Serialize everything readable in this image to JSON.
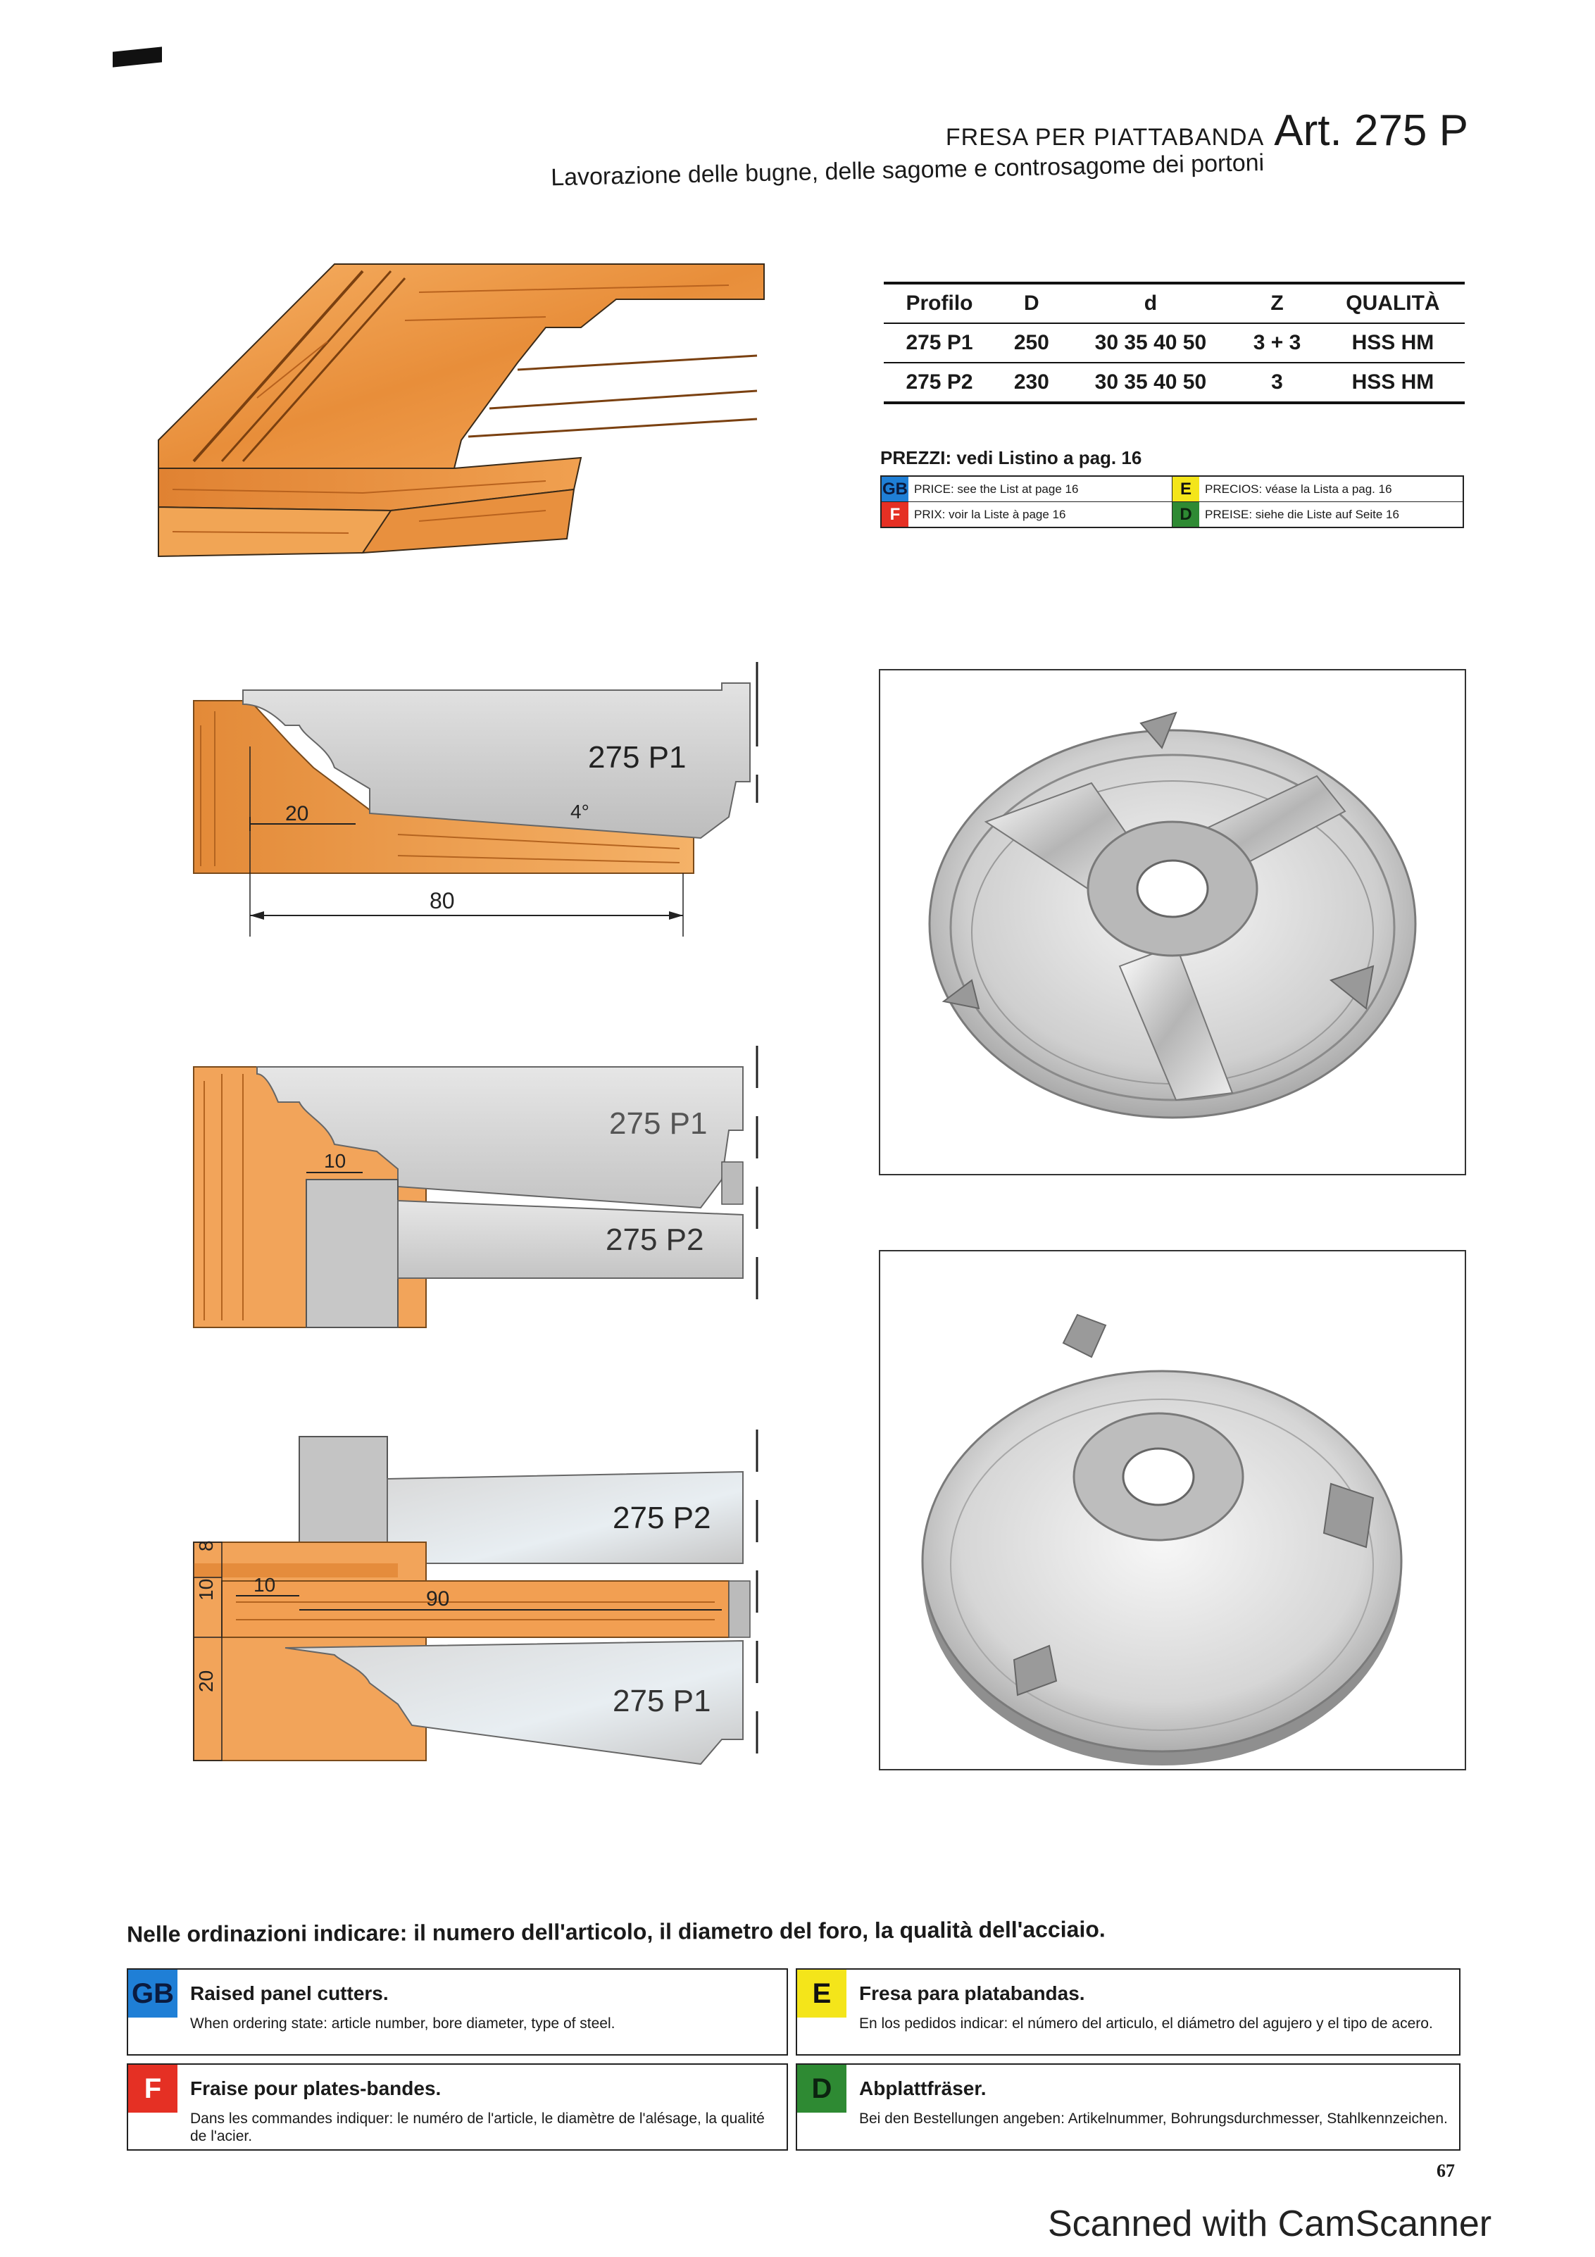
{
  "header": {
    "product_line": "FRESA PER PIATTABANDA",
    "article": "Art. 275 P",
    "subtitle": "Lavorazione delle bugne, delle sagome e controsagome dei portoni"
  },
  "spec_table": {
    "columns": [
      "Profilo",
      "D",
      "d",
      "Z",
      "QUALITÀ"
    ],
    "rows": [
      {
        "profilo": "275  P1",
        "D": "250",
        "d": "30  35  40  50",
        "Z": "3 + 3",
        "qualita": "HSS  HM"
      },
      {
        "profilo": "275  P2",
        "D": "230",
        "d": "30  35  40  50",
        "Z": "3",
        "qualita": "HSS  HM"
      }
    ]
  },
  "prices": {
    "heading": "PREZZI: vedi Listino a pag. 16",
    "entries": [
      {
        "flag": "GB",
        "text": "PRICE: see the List at page 16"
      },
      {
        "flag": "E",
        "text": "PRECIOS: véase la Lista a pag. 16"
      },
      {
        "flag": "F",
        "text": "PRIX: voir la Liste à page 16"
      },
      {
        "flag": "D",
        "text": "PREISE: siehe die Liste auf Seite 16"
      }
    ]
  },
  "diagrams": {
    "d1": {
      "label": "275 P1",
      "dim_20": "20",
      "dim_80": "80",
      "angle": "4°"
    },
    "d2": {
      "label_p1": "275 P1",
      "label_p2": "275 P2",
      "dim_10": "10"
    },
    "d3": {
      "label_p1": "275 P1",
      "label_p2": "275 P2",
      "dim_10": "10",
      "dim_90": "90",
      "side_8": "8",
      "side_10": "10",
      "side_20": "20"
    }
  },
  "order_note": "Nelle ordinazioni indicare: il numero dell'articolo, il diametro del foro, la qualità dell'acciaio.",
  "languages": [
    {
      "flag": "GB",
      "title": "Raised panel cutters.",
      "text": "When ordering state: article number, bore diameter, type of steel."
    },
    {
      "flag": "E",
      "title": "Fresa para platabandas.",
      "text": "En los pedidos indicar: el número del articulo, el diámetro del agujero y el tipo de acero."
    },
    {
      "flag": "F",
      "title": "Fraise pour plates-bandes.",
      "text": "Dans les commandes indiquer: le numéro de l'article, le diamètre de l'alésage, la qualité de l'acier."
    },
    {
      "flag": "D",
      "title": "Abplattfräser.",
      "text": "Bei den Bestellungen angeben: Artikelnummer, Bohrungsdurchmesser, Stahlkennzeichen."
    }
  ],
  "page_number": "67",
  "watermark": "Scanned with CamScanner",
  "colors": {
    "wood_light": "#f2a45a",
    "wood_dark": "#d9782a",
    "steel": "#c9c9c9",
    "gb": "#1f7fd6",
    "f": "#e53024",
    "e": "#f4e51a",
    "d": "#2e8a33"
  }
}
